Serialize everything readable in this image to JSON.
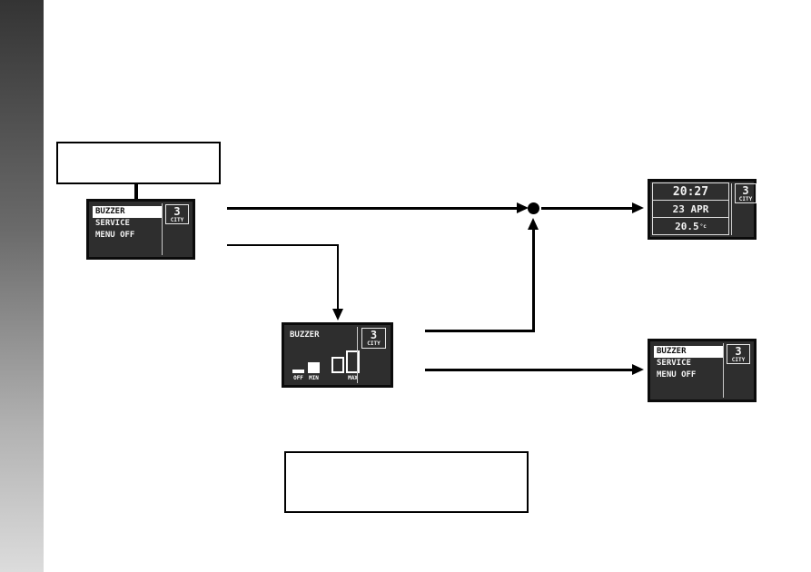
{
  "callouts": {
    "top": {
      "text": ""
    },
    "bottom": {
      "text": ""
    }
  },
  "colors": {
    "lcd_background": "#2e2e2e",
    "lcd_text": "#f2f2f2",
    "lcd_highlight": "#ffffff",
    "flow_line": "#000000",
    "sidebar_gradient_top": "#343434",
    "sidebar_gradient_bottom": "#dcdcdc"
  },
  "screens": {
    "menu_main": {
      "items": [
        {
          "label": "BUZZER",
          "highlighted": true
        },
        {
          "label": "SERVICE",
          "highlighted": false
        },
        {
          "label": "MENU OFF",
          "highlighted": false
        }
      ],
      "zone": {
        "number": "3",
        "label": "CITY"
      }
    },
    "buzzer_adjust": {
      "title": "BUZZER",
      "level_labels": {
        "off": "OFF",
        "min": "MIN",
        "mid": "",
        "max": "MAX"
      },
      "selected_level": "MIN",
      "zone": {
        "number": "3",
        "label": "CITY"
      }
    },
    "home": {
      "time": "20:27",
      "date": "23 APR",
      "temperature": "20.5",
      "temperature_unit": "°c",
      "zone": {
        "number": "3",
        "label": "CITY"
      }
    },
    "menu_return": {
      "items": [
        {
          "label": "BUZZER",
          "highlighted": true
        },
        {
          "label": "SERVICE",
          "highlighted": false
        },
        {
          "label": "MENU OFF",
          "highlighted": false
        }
      ],
      "zone": {
        "number": "3",
        "label": "CITY"
      }
    }
  }
}
